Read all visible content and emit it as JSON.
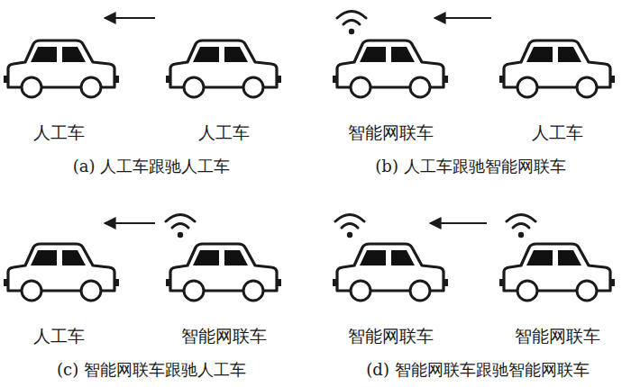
{
  "diagram": {
    "labels": [
      "人工车",
      "人工车",
      "智能网联车",
      "人工车",
      "(a) 人工车跟驰人工车",
      "(b) 人工车跟驰智能网联车",
      "人工车",
      "智能网联车",
      "智能网联车",
      "智能网联车",
      "(c) 智能网联车跟驰人工车",
      "(d) 智能网联车跟驰智能网联车"
    ]
  }
}
